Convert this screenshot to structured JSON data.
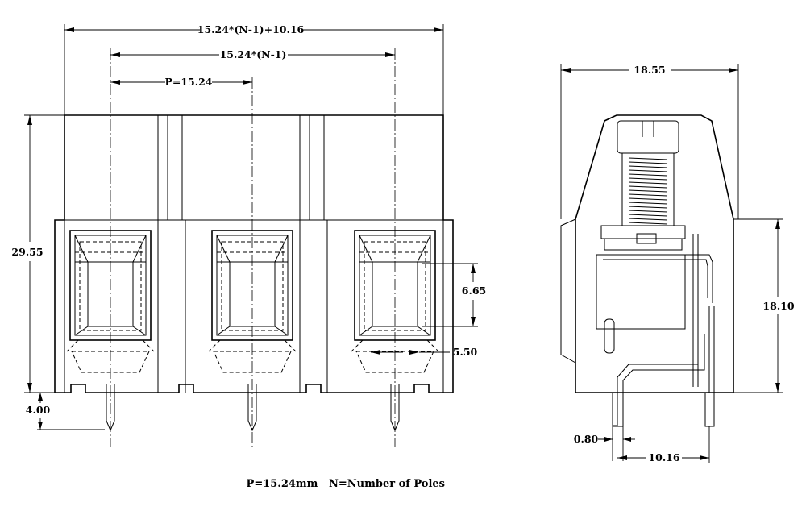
{
  "front_view": {
    "dimensions": {
      "overall_width": "15.24*(N-1)+10.16",
      "span": "15.24*(N-1)",
      "pitch": "P=15.24",
      "height": "29.55",
      "pin_length": "4.00",
      "opening_height": "6.65",
      "opening_width": "5.50"
    },
    "pole_count": 3
  },
  "side_view": {
    "dimensions": {
      "depth": "18.55",
      "height": "18.10",
      "pin_thickness": "0.80",
      "pin_spacing": "10.16"
    }
  },
  "footnote": {
    "pitch_note": "P=15.24mm",
    "poles_note": "N=Number of Poles"
  }
}
